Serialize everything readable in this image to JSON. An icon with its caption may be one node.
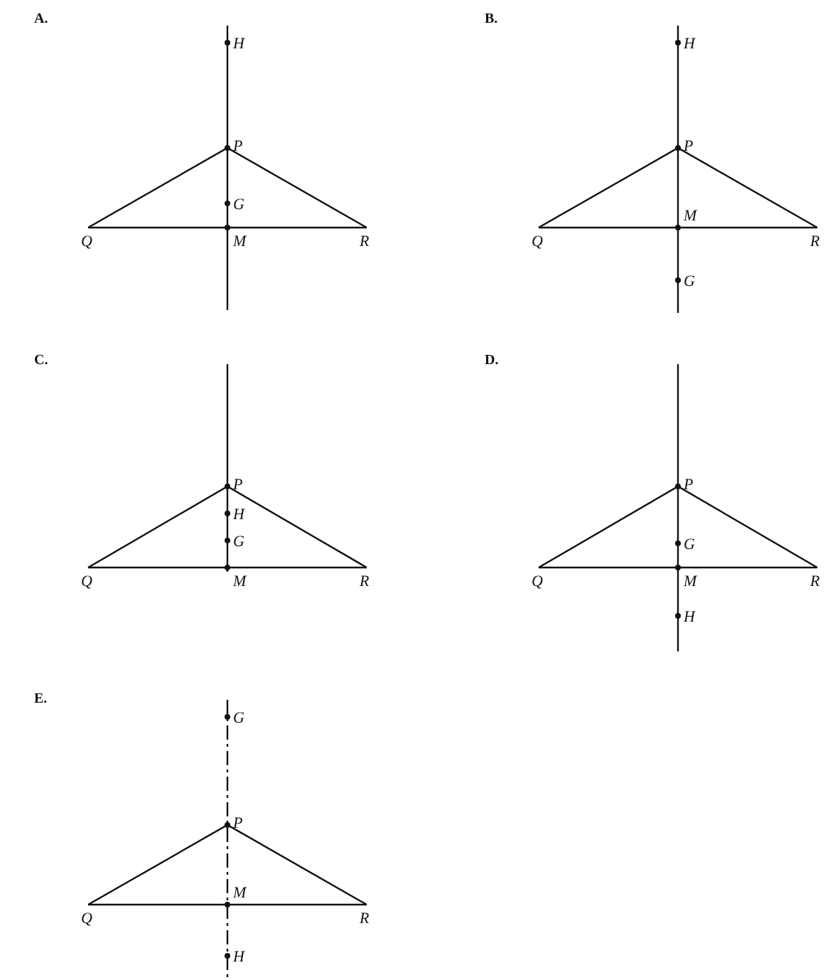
{
  "diagram": {
    "labels": [
      "A.",
      "H",
      "P",
      "G",
      "Q",
      "M",
      "R",
      "B.",
      "H",
      "P",
      "M",
      "Q",
      "R",
      "G",
      "C.",
      "P",
      "H",
      "G",
      "Q",
      "M",
      "R",
      "D.",
      "P",
      "G",
      "Q",
      "M",
      "R",
      "H",
      "E.",
      "G",
      "P",
      "M",
      "Q",
      "R",
      "H"
    ]
  }
}
